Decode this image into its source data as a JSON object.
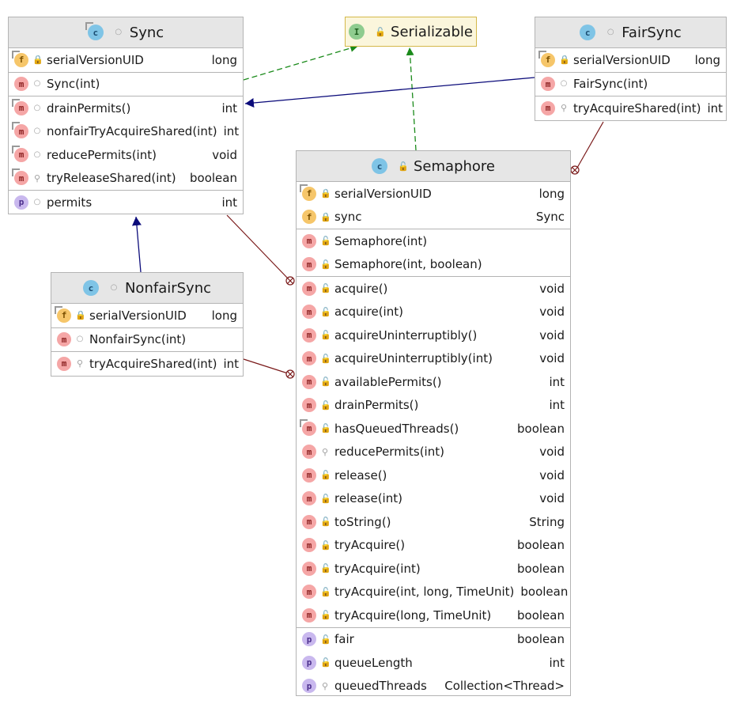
{
  "classes": {
    "sync": {
      "name": "Sync",
      "fields": [
        {
          "name": "serialVersionUID",
          "type": "long"
        }
      ],
      "constructors": [
        {
          "name": "Sync(int)",
          "type": ""
        }
      ],
      "methods": [
        {
          "name": "drainPermits()",
          "type": "int"
        },
        {
          "name": "nonfairTryAcquireShared(int)",
          "type": "int"
        },
        {
          "name": "reducePermits(int)",
          "type": "void"
        },
        {
          "name": "tryReleaseShared(int)",
          "type": "boolean"
        }
      ],
      "properties": [
        {
          "name": "permits",
          "type": "int"
        }
      ]
    },
    "serializable": {
      "name": "Serializable"
    },
    "fairsync": {
      "name": "FairSync",
      "fields": [
        {
          "name": "serialVersionUID",
          "type": "long"
        }
      ],
      "constructors": [
        {
          "name": "FairSync(int)",
          "type": ""
        }
      ],
      "methods": [
        {
          "name": "tryAcquireShared(int)",
          "type": "int"
        }
      ]
    },
    "nonfairsync": {
      "name": "NonfairSync",
      "fields": [
        {
          "name": "serialVersionUID",
          "type": "long"
        }
      ],
      "constructors": [
        {
          "name": "NonfairSync(int)",
          "type": ""
        }
      ],
      "methods": [
        {
          "name": "tryAcquireShared(int)",
          "type": "int"
        }
      ]
    },
    "semaphore": {
      "name": "Semaphore",
      "fields": [
        {
          "name": "serialVersionUID",
          "type": "long"
        },
        {
          "name": "sync",
          "type": "Sync"
        }
      ],
      "constructors": [
        {
          "name": "Semaphore(int)",
          "type": ""
        },
        {
          "name": "Semaphore(int, boolean)",
          "type": ""
        }
      ],
      "methods": [
        {
          "name": "acquire()",
          "type": "void"
        },
        {
          "name": "acquire(int)",
          "type": "void"
        },
        {
          "name": "acquireUninterruptibly()",
          "type": "void"
        },
        {
          "name": "acquireUninterruptibly(int)",
          "type": "void"
        },
        {
          "name": "availablePermits()",
          "type": "int"
        },
        {
          "name": "drainPermits()",
          "type": "int"
        },
        {
          "name": "hasQueuedThreads()",
          "type": "boolean"
        },
        {
          "name": "reducePermits(int)",
          "type": "void"
        },
        {
          "name": "release()",
          "type": "void"
        },
        {
          "name": "release(int)",
          "type": "void"
        },
        {
          "name": "toString()",
          "type": "String"
        },
        {
          "name": "tryAcquire()",
          "type": "boolean"
        },
        {
          "name": "tryAcquire(int)",
          "type": "boolean"
        },
        {
          "name": "tryAcquire(int, long, TimeUnit)",
          "type": "boolean"
        },
        {
          "name": "tryAcquire(long, TimeUnit)",
          "type": "boolean"
        }
      ],
      "properties": [
        {
          "name": "fair",
          "type": "boolean"
        },
        {
          "name": "queueLength",
          "type": "int"
        },
        {
          "name": "queuedThreads",
          "type": "Collection<Thread>"
        }
      ]
    }
  },
  "icon_letters": {
    "class": "c",
    "interface": "I",
    "method": "m",
    "field": "f",
    "property": "p"
  },
  "colors": {
    "realization_edge": "#1a8a1a",
    "generalization_edge": "#0b0b7a",
    "inner_class_edge": "#7a1a1a"
  }
}
